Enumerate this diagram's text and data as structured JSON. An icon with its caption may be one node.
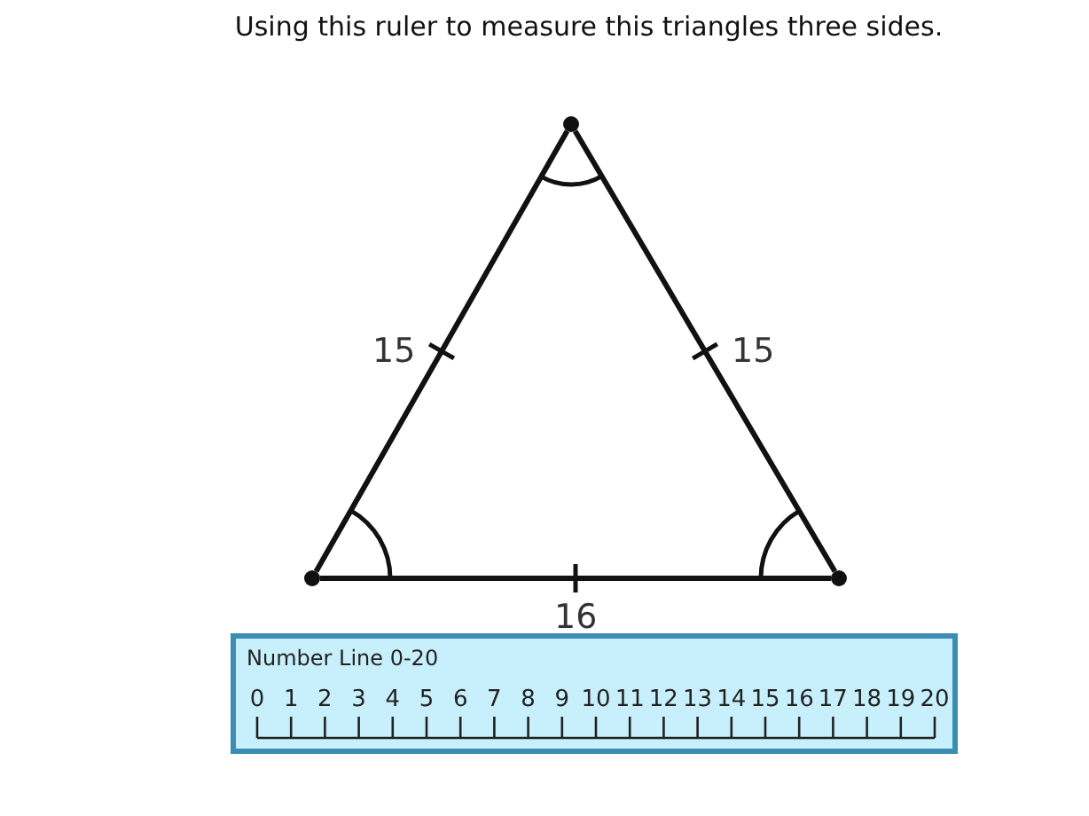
{
  "diagram": {
    "title": "Using this ruler to measure this triangles three sides.",
    "nodes": [
      {
        "text": [],
        "shape": "circle"
      },
      {
        "text": [],
        "shape": "circle"
      },
      {
        "text": [],
        "shape": "circle"
      },
      {
        "text": [
          "Number Line 0-20"
        ]
      }
    ],
    "edges": [
      {
        "from": 1,
        "to": 0,
        "arrow": "none",
        "label": "15"
      },
      {
        "from": 0,
        "to": 2,
        "arrow": "none",
        "label": "15"
      },
      {
        "from": 1,
        "to": 2,
        "arrow": "none",
        "label": "16"
      }
    ],
    "labels": [
      "0",
      "1",
      "2",
      "3",
      "4",
      "5",
      "6",
      "7",
      "8",
      "9",
      "10",
      "11",
      "12",
      "13",
      "14",
      "15",
      "16",
      "17",
      "18",
      "19",
      "20"
    ]
  }
}
